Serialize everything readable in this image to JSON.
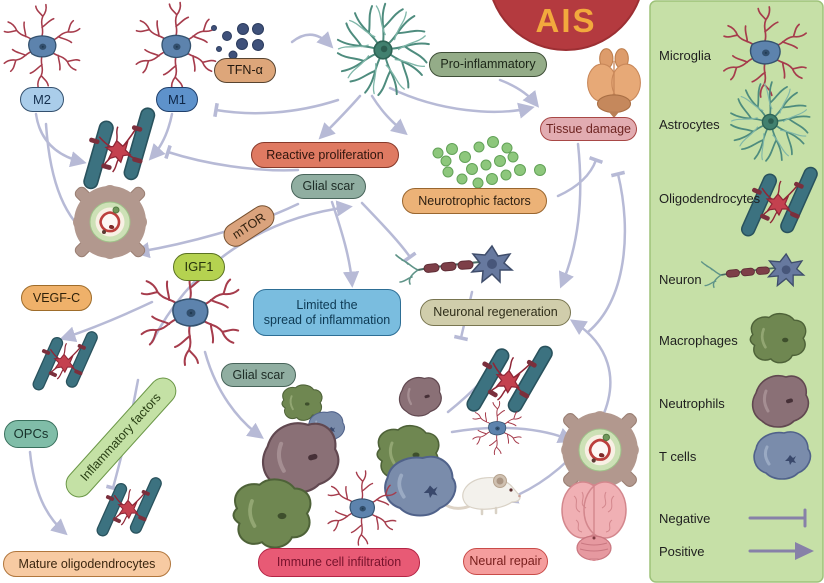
{
  "title": "AIS",
  "labels": {
    "m2": "M2",
    "m1": "M1",
    "tfn_alpha": "TFN-α",
    "pro_inflammatory": "Pro-inflammatory",
    "tissue_damage": "Tissue damage",
    "reactive_proliferation": "Reactive proliferation",
    "glial_scar_upper": "Glial scar",
    "neurotrophic_factors": "Neurotrophic factors",
    "mtor": "mTOR",
    "igf1": "IGF1",
    "vegf_c": "VEGF-C",
    "limited_spread": "Limited the\nspread of inflammation",
    "neuronal_regeneration": "Neuronal regeneration",
    "opcs": "OPCs",
    "inflammatory_factors": "Inflammatory factors",
    "glial_scar_lower": "Glial scar",
    "immune_cell_infiltration": "Immune cell infiltration",
    "mature_oligodendrocytes": "Mature oligodendrocytes",
    "neural_repair": "Neural repair"
  },
  "legend": {
    "items": [
      {
        "label": "Microglia",
        "icon": "microglia-icon"
      },
      {
        "label": "Astrocytes",
        "icon": "astrocyte-icon"
      },
      {
        "label": "Oligodendrocytes",
        "icon": "oligodendrocyte-icon"
      },
      {
        "label": "Neuron",
        "icon": "neuron-icon"
      },
      {
        "label": "Macrophages",
        "icon": "macrophage-icon"
      },
      {
        "label": "Neutrophils",
        "icon": "neutrophil-icon"
      },
      {
        "label": "T cells",
        "icon": "t-cell-icon"
      },
      {
        "label": "Negative",
        "icon": "inhibition-arrow-icon"
      },
      {
        "label": "Positive",
        "icon": "activation-arrow-icon"
      }
    ]
  },
  "colors": {
    "ais_circle": "#b43a3f",
    "ais_text": "#f2a93d",
    "sidebar_bg": "#c6e0a7",
    "sidebar_border": "#9dc279",
    "arrow": "#b7bad6",
    "legend_symbol": "#8781a8"
  }
}
